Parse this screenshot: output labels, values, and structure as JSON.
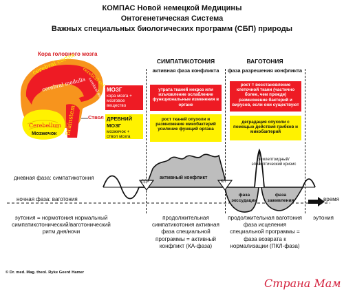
{
  "title": {
    "line1": "КОМПАС Новой немецкой Медицины",
    "line2": "Онтогенетическая Система",
    "line3": "Важных специальных биологических программ (СБП) природы"
  },
  "brain": {
    "cortex_label": "Кора головного мозга",
    "cortex_en": "cerebral cortex",
    "medulla_en": "cerebral medulla",
    "cortex_en2": "cerebral cortex",
    "medulla_en2": "cerebral medulla",
    "brainstem_en": "Brainstem",
    "brainstem_ru": "Ствол мозга",
    "cerebellum_en": "Cerebellum",
    "cerebellum_ru": "Мозжечок"
  },
  "legend": {
    "new_brain_title": "МОЗГ",
    "new_brain_desc": "кора мозга + мозговое вещество",
    "old_brain_title": "ДРЕВНИЙ МОЗГ",
    "old_brain_desc": "мозжечок + ствол мозга"
  },
  "columns": {
    "sympathicotonia": {
      "header": "СИМПАТИКОТОНИЯ",
      "subheader": "активная фаза конфликта",
      "red_text": "утрата тканей некроз или изъязвление ослабление функциональные изменения в органе",
      "yellow_text": "рост тканей опухоли и размножение микобактерий усиление функций органа"
    },
    "vagotonia": {
      "header": "ВАГОТОНИЯ",
      "subheader": "фаза разрешения конфликта",
      "red_text": "рост = восстановление клеточной ткани (частично более, чем прежде) размножение бактерий и вирусов, если они существуют",
      "yellow_text": "деградация опухоли с помощью действия грибков и микобактерий"
    }
  },
  "graph": {
    "epicrisis_label": "эпилептоидный/эпилептический кризис",
    "day_phase": "дневная фаза: симпатикотония",
    "night_phase": "ночная фаза: ваготония",
    "cdx": "СДХ",
    "cl": "КЛ",
    "active_conflict": "активный конфликт",
    "exudation_phase": "фаза экссудации",
    "healing_phase": "фаза заживления",
    "time": "время"
  },
  "bottom": {
    "left": "эутония = нормотония нормальный симпатикотонический/ваготонический ритм дня/ночи",
    "middle": "продолжительная симпатикотония активная фаза специальной программы = активный конфликт (КА-фаза)",
    "right": "продолжительная ваготония фаза исцеления специальной программы = фаза возврата к нормализации (ПКЛ-фаза)",
    "far_right": "эутония"
  },
  "footer": {
    "copyright": "© Dr. med. Mag. theol. Ryke Geerd Hamer",
    "watermark": "Страна Мам"
  },
  "colors": {
    "red": "#ee1b24",
    "yellow": "#fff200",
    "orange": "#f7941d",
    "gray_fill": "#bdbdbd",
    "watermark_red": "#d4213d"
  }
}
